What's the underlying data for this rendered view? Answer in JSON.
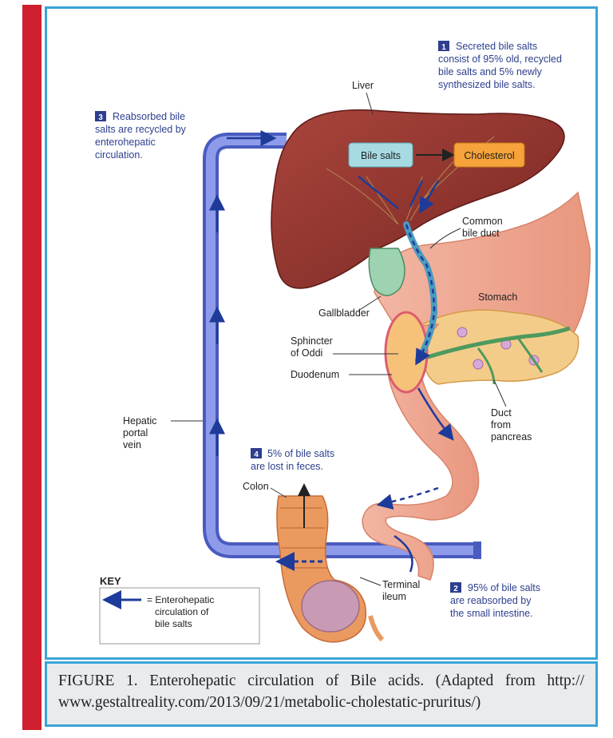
{
  "steps": {
    "s1": {
      "num": "1",
      "lines": [
        "Secreted bile salts",
        "consist of 95% old, recycled",
        "bile salts and 5% newly",
        "synthesized bile salts."
      ]
    },
    "s2": {
      "num": "2",
      "lines": [
        "95% of bile salts",
        "are reabsorbed by",
        "the small intestine."
      ]
    },
    "s3": {
      "num": "3",
      "lines": [
        "Reabsorbed bile",
        "salts are recycled by",
        "enterohepatic",
        "circulation."
      ]
    },
    "s4": {
      "num": "4",
      "lines": [
        "5% of bile salts",
        "are lost in feces."
      ]
    }
  },
  "labels": {
    "liver": "Liver",
    "bile_salts": "Bile salts",
    "cholesterol": "Cholesterol",
    "common_bile_duct": [
      "Common",
      "bile duct"
    ],
    "stomach": "Stomach",
    "gallbladder": "Gallbladder",
    "sphincter": [
      "Sphincter",
      "of Oddi"
    ],
    "duodenum": "Duodenum",
    "duct_pancreas": [
      "Duct",
      "from",
      "pancreas"
    ],
    "hepatic_portal_vein": [
      "Hepatic",
      "portal",
      "vein"
    ],
    "colon": "Colon",
    "terminal_ileum": [
      "Terminal",
      "ileum"
    ]
  },
  "key": {
    "title": "KEY",
    "lines": [
      "= Enterohepatic",
      "circulation of",
      "bile salts"
    ]
  },
  "caption": "FIGURE 1. Enterohepatic circulation of Bile acids. (Adapted from http:// www.gestaltreality.com/2013/09/21/metabolic-cholestatic-pruritus/)",
  "colors": {
    "accent_red": "#cf1f2e",
    "border_blue": "#3ba4d6",
    "vein_blue": "#6f7fd6",
    "liver": "#8f2f2a",
    "bile_box": "#a7dbe3",
    "cholesterol_box": "#f5a33a",
    "step_text": "#2d3f8e"
  }
}
